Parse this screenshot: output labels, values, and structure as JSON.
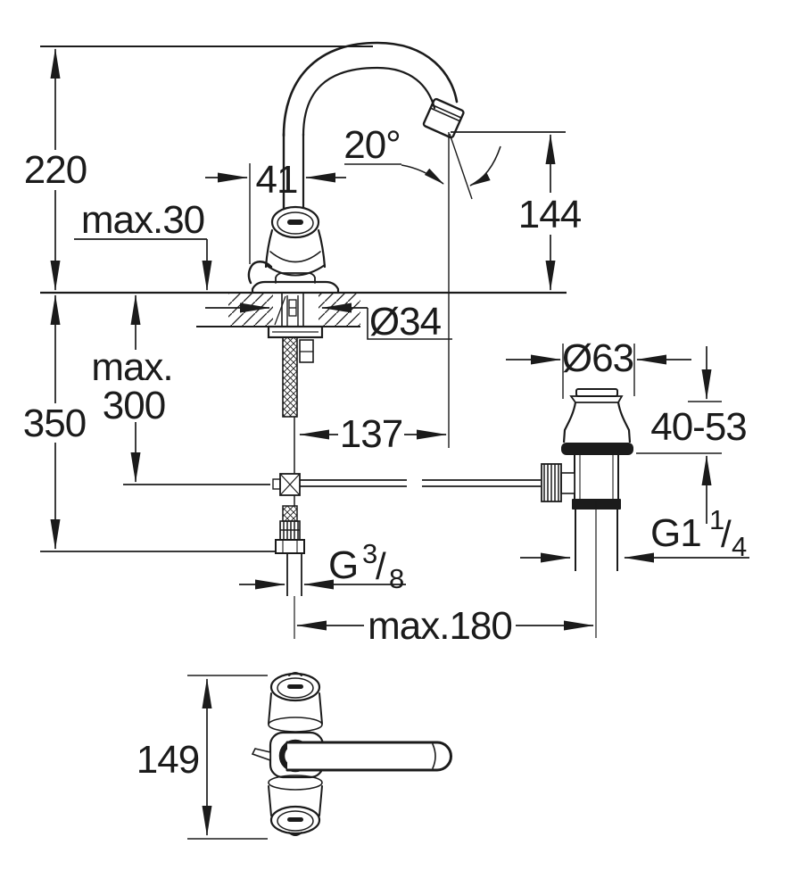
{
  "figure": {
    "type": "technical-dimension-drawing",
    "subject": "two-handle basin mixer faucet with gooseneck spout, flexible supply hose and pop-up waste; front elevation and plan view",
    "units": "mm",
    "line_color": "#1b1b1b",
    "background_color": "#ffffff"
  },
  "labels": {
    "overall_height": "220",
    "deck_thickness_faucet": "max.30",
    "body_width": "41",
    "spout_angle": "20°",
    "spout_outlet_height": "144",
    "mounting_hole_diameter": "Ø34",
    "hose_reach_word": "max.",
    "hose_reach_value": "300",
    "supply_length": "350",
    "spout_reach": "137",
    "waste_cap_diameter": "Ø63",
    "waste_clamp_range": "40-53",
    "waste_center_distance": "max.180",
    "plan_view_width": "149",
    "supply_thread": {
      "base": "G",
      "sup": "3",
      "slash": "/",
      "sub": "8"
    },
    "waste_thread": {
      "base": "G1",
      "sup": "1",
      "slash": "/",
      "sub": "4"
    }
  }
}
